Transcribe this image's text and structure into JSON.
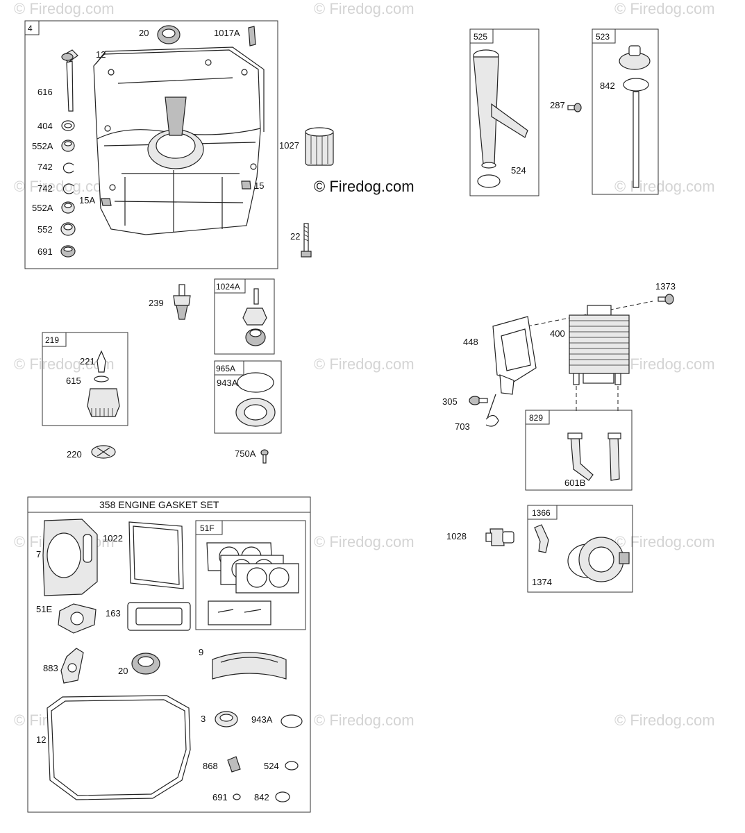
{
  "watermark": "© Firedog.com",
  "copyright": "© Firedog.com",
  "gasket_set_title": "358 ENGINE GASKET SET",
  "boxes": {
    "b4": "4",
    "b219": "219",
    "b1024A": "1024A",
    "b965A": "965A",
    "b525": "525",
    "b523": "523",
    "b829": "829",
    "b1366": "1366",
    "b51F": "51F"
  },
  "parts": {
    "p20a": "20",
    "p1017A": "1017A",
    "p12a": "12",
    "p616": "616",
    "p404": "404",
    "p552A1": "552A",
    "p742a": "742",
    "p742b": "742",
    "p552A2": "552A",
    "p15A": "15A",
    "p552": "552",
    "p691a": "691",
    "p15": "15",
    "p1027": "1027",
    "p22": "22",
    "p239": "239",
    "p221": "221",
    "p615": "615",
    "p943A1": "943A",
    "p220": "220",
    "p750A": "750A",
    "p842a": "842",
    "p287": "287",
    "p524a": "524",
    "p1373": "1373",
    "p448": "448",
    "p400": "400",
    "p305": "305",
    "p703": "703",
    "p601B": "601B",
    "p1028": "1028",
    "p1374": "1374",
    "p7": "7",
    "p1022": "1022",
    "p51E": "51E",
    "p163": "163",
    "p883": "883",
    "p20b": "20",
    "p9": "9",
    "p12b": "12",
    "p3": "3",
    "p943A2": "943A",
    "p868": "868",
    "p524b": "524",
    "p691b": "691",
    "p842b": "842"
  }
}
